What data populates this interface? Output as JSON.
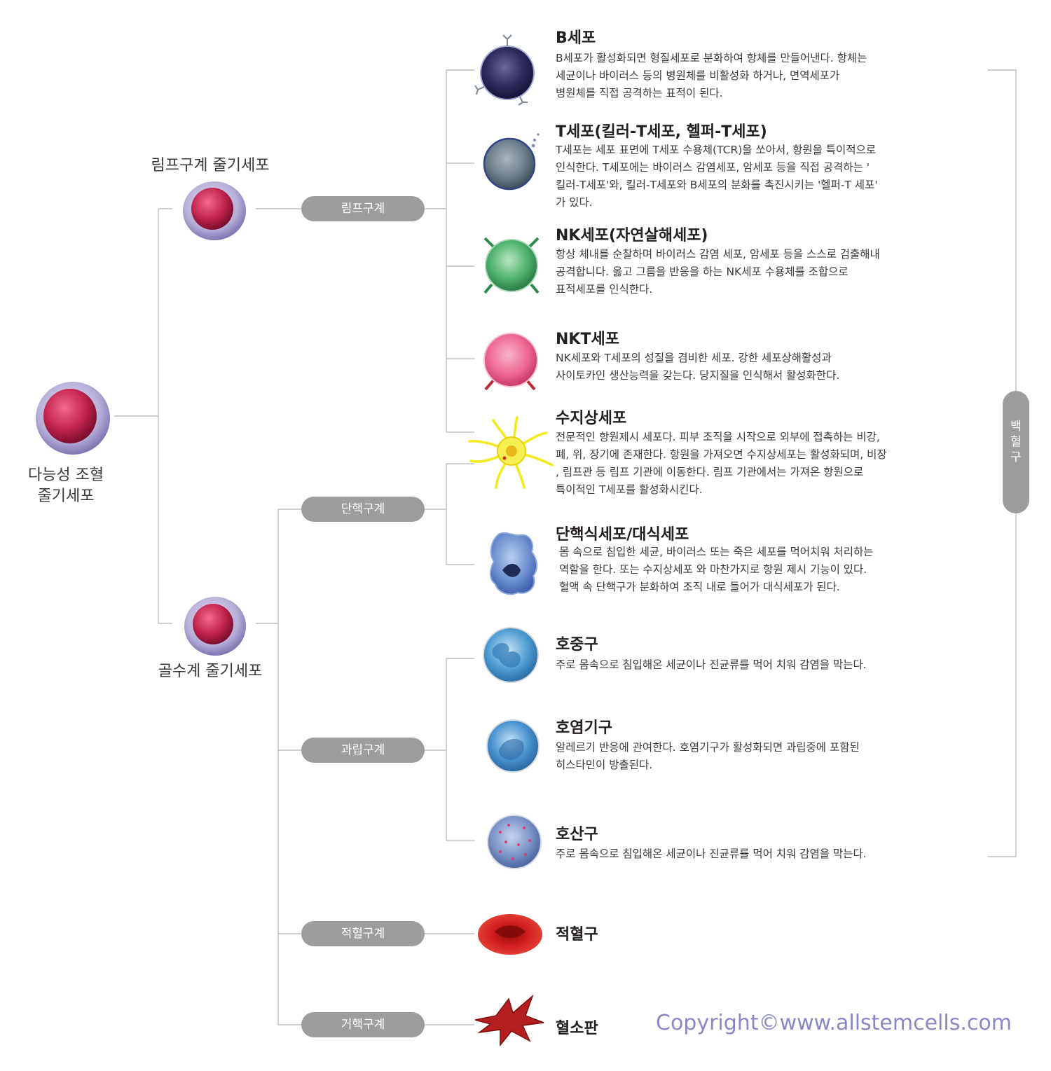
{
  "stem": {
    "hsc_lines": [
      "다능성 조혈",
      "줄기세포"
    ],
    "lymphoid_stem": "림프구계 줄기세포",
    "myeloid_stem": "골수계 줄기세포"
  },
  "lineages": {
    "lymphoid": "림프구계",
    "monocyte": "단핵구계",
    "granulocyte": "과립구계",
    "erythroid": "적혈구계",
    "megakaryocyte": "거핵구계"
  },
  "group_label": [
    "백",
    "혈",
    "구"
  ],
  "cells": [
    {
      "id": "b-cell",
      "title": "B세포",
      "lines": [
        "B세포가 활성화되면 형질세포로 분화하여 항체를 만들어낸다. 항체는",
        "세균이나 바이러스 등의 병원체를 비활성화 하거나, 면역세포가",
        "병원체를 직접 공격하는 표적이 된다."
      ]
    },
    {
      "id": "t-cell",
      "title": "T세포(킬러-T세포, 헬퍼-T세포)",
      "lines": [
        "T세포는 세포 표면에 T세포 수용체(TCR)을 쏘아서, 항원을 특이적으로",
        "인식한다. T세포에는 바이러스 감염세포, 암세포 등을 직접 공격하는 '",
        "킬러-T세포'와, 킬러-T세포와 B세포의 분화를 촉진시키는 '헬퍼-T 세포'",
        "가 있다."
      ]
    },
    {
      "id": "nk-cell",
      "title": "NK세포(자연살해세포)",
      "lines": [
        "항상 체내를 순찰하며 바이러스 감염 세포, 암세포 등을 스스로 검출해내",
        "공격합니다. 옳고 그름을 반응을 하는 NK세포 수용체를 조합으로",
        "표적세포를 인식한다."
      ]
    },
    {
      "id": "nkt-cell",
      "title": "NKT세포",
      "lines": [
        "NK세포와 T세포의 성질을 겸비한 세포. 강한 세포상해활성과",
        "사이토카인 생산능력을 갖는다. 당지질을 인식해서 활성화한다."
      ]
    },
    {
      "id": "dendritic-cell",
      "title": "수지상세포",
      "lines": [
        "전문적인 항원제시 세포다. 피부 조직을 시작으로 외부에 접촉하는 비강,",
        "폐, 위, 장기에 존재한다. 항원을 가져오면 수지상세포는 활성화되며, 비장",
        ", 림프관 등 림프 기관에 이동한다. 림프 기관에서는 가져온 항원으로",
        "특이적인 T세포를 활성화시킨다."
      ]
    },
    {
      "id": "macrophage",
      "title": "단핵식세포/대식세포",
      "lines": [
        "몸 속으로 침입한 세균, 바이러스 또는 죽은 세포를 먹어치워 처리하는",
        "역할을 한다. 또는 수지상세포 와 마찬가지로 항원 제시 기능이 있다.",
        "혈액 속 단핵구가 분화하여 조직 내로 들어가 대식세포가 된다."
      ]
    },
    {
      "id": "neutrophil",
      "title": "호중구",
      "lines": [
        "주로 몸속으로 침입해온 세균이나 진균류를 먹어 치워 감염을 막는다."
      ]
    },
    {
      "id": "basophil",
      "title": "호염기구",
      "lines": [
        "알레르기 반응에 관여한다. 호염기구가 활성화되면 과립중에 포함된",
        "히스타민이 방출된다."
      ]
    },
    {
      "id": "eosinophil",
      "title": "호산구",
      "lines": [
        "주로 몸속으로 침입해온 세균이나 진균류를 먹어 치워 감염을 막는다."
      ]
    },
    {
      "id": "erythrocyte",
      "title": "적혈구",
      "lines": []
    },
    {
      "id": "platelet",
      "title": "혈소판",
      "lines": []
    }
  ],
  "copyright": "Copyright©www.allstemcells.com",
  "colors": {
    "line": "#b5b5b5",
    "pill": "#9d9d9d",
    "stem_outer": "#b6aed8",
    "stem_inner": "#c2244f",
    "b_cell": "#2c2a5c",
    "t_cell": "#6f7f8c",
    "nk_cell": "#4fb36e",
    "nkt_cell": "#ef6b95",
    "dendritic": "#f4ea1a",
    "macrophage": "#6b8fd0",
    "neutrophil": "#4f9ed4",
    "basophil": "#4a94d1",
    "eosinophil": "#7d95c8",
    "erythrocyte": "#d11d1d",
    "platelet": "#b51f1f",
    "copyright": "#8a87c4"
  }
}
